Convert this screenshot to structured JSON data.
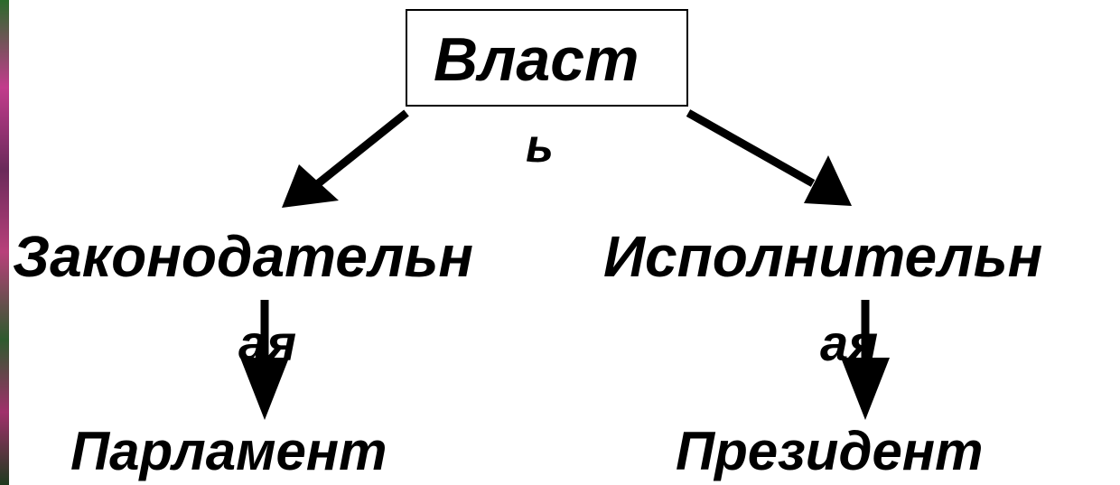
{
  "diagram": {
    "root": {
      "line1": "Власт",
      "line2": "ь"
    },
    "left_branch": {
      "line1": "Законодательн",
      "line2": "ая",
      "child": "Парламент"
    },
    "right_branch": {
      "line1": "Исполнительн",
      "line2": "ая",
      "child": "Президент"
    }
  }
}
